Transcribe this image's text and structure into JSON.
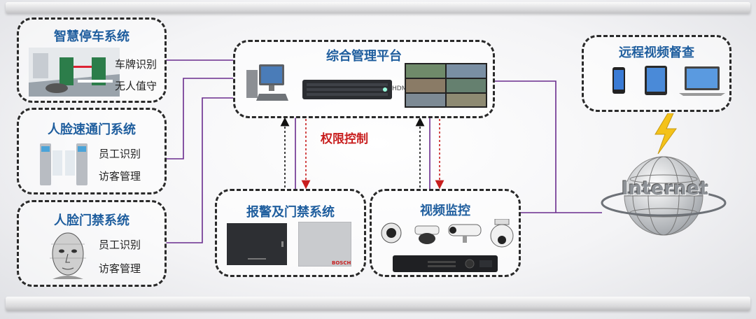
{
  "parking": {
    "title": "智慧停车系统",
    "items": [
      "车牌识别",
      "无人值守"
    ]
  },
  "face_gate": {
    "title": "人脸速通门系统",
    "items": [
      "员工识别",
      "访客管理"
    ]
  },
  "face_access": {
    "title": "人脸门禁系统",
    "items": [
      "员工识别",
      "访客管理"
    ]
  },
  "platform": {
    "title": "综合管理平台",
    "nvr_label": "HDMI"
  },
  "permission": {
    "label": "权限控制"
  },
  "alarm": {
    "title": "报警及门禁系统",
    "panel_brand": "BOSCH"
  },
  "video": {
    "title": "视频监控"
  },
  "remote": {
    "title": "远程视频督查"
  },
  "internet": {
    "label": "Internet"
  },
  "colors": {
    "title_blue": "#1f5e9e",
    "line_purple": "#6a2c8e",
    "arrow_red": "#c81e1e",
    "dash_black": "#2a2a2a"
  }
}
